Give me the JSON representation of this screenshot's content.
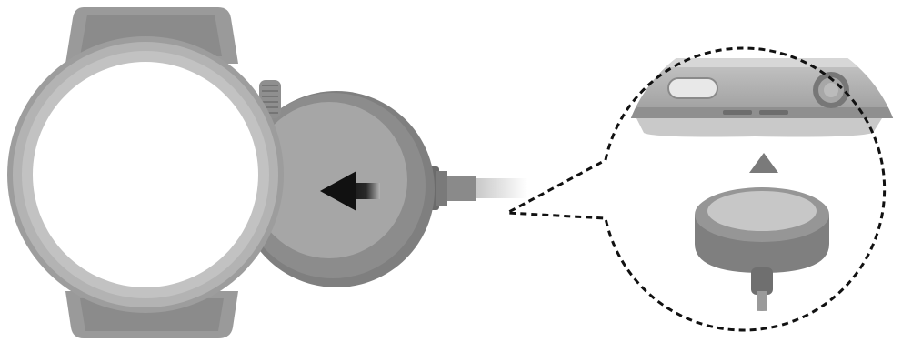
{
  "figure": {
    "kind": "illustration",
    "description_items": [
      {
        "name": "smartwatch-front"
      },
      {
        "name": "charging-cradle"
      },
      {
        "name": "insert-arrow-icon"
      },
      {
        "name": "charging-cable"
      },
      {
        "name": "zoom-callout-detail"
      },
      {
        "name": "alignment-triangle-icon"
      }
    ]
  },
  "colors": {
    "strap": "#8f8f8f",
    "strap_top": "#a3a3a3",
    "case": "#9a9a9a",
    "bezel": "#bcbcbc",
    "screen": "#ffffff",
    "cradle": "#868686",
    "cradle_face": "#a7a7a7",
    "arrow": "#1a1a1a",
    "dash": "#1a1a1a",
    "cable_dark": "#6f6f6f",
    "cable_light": "#d8d8d8"
  }
}
